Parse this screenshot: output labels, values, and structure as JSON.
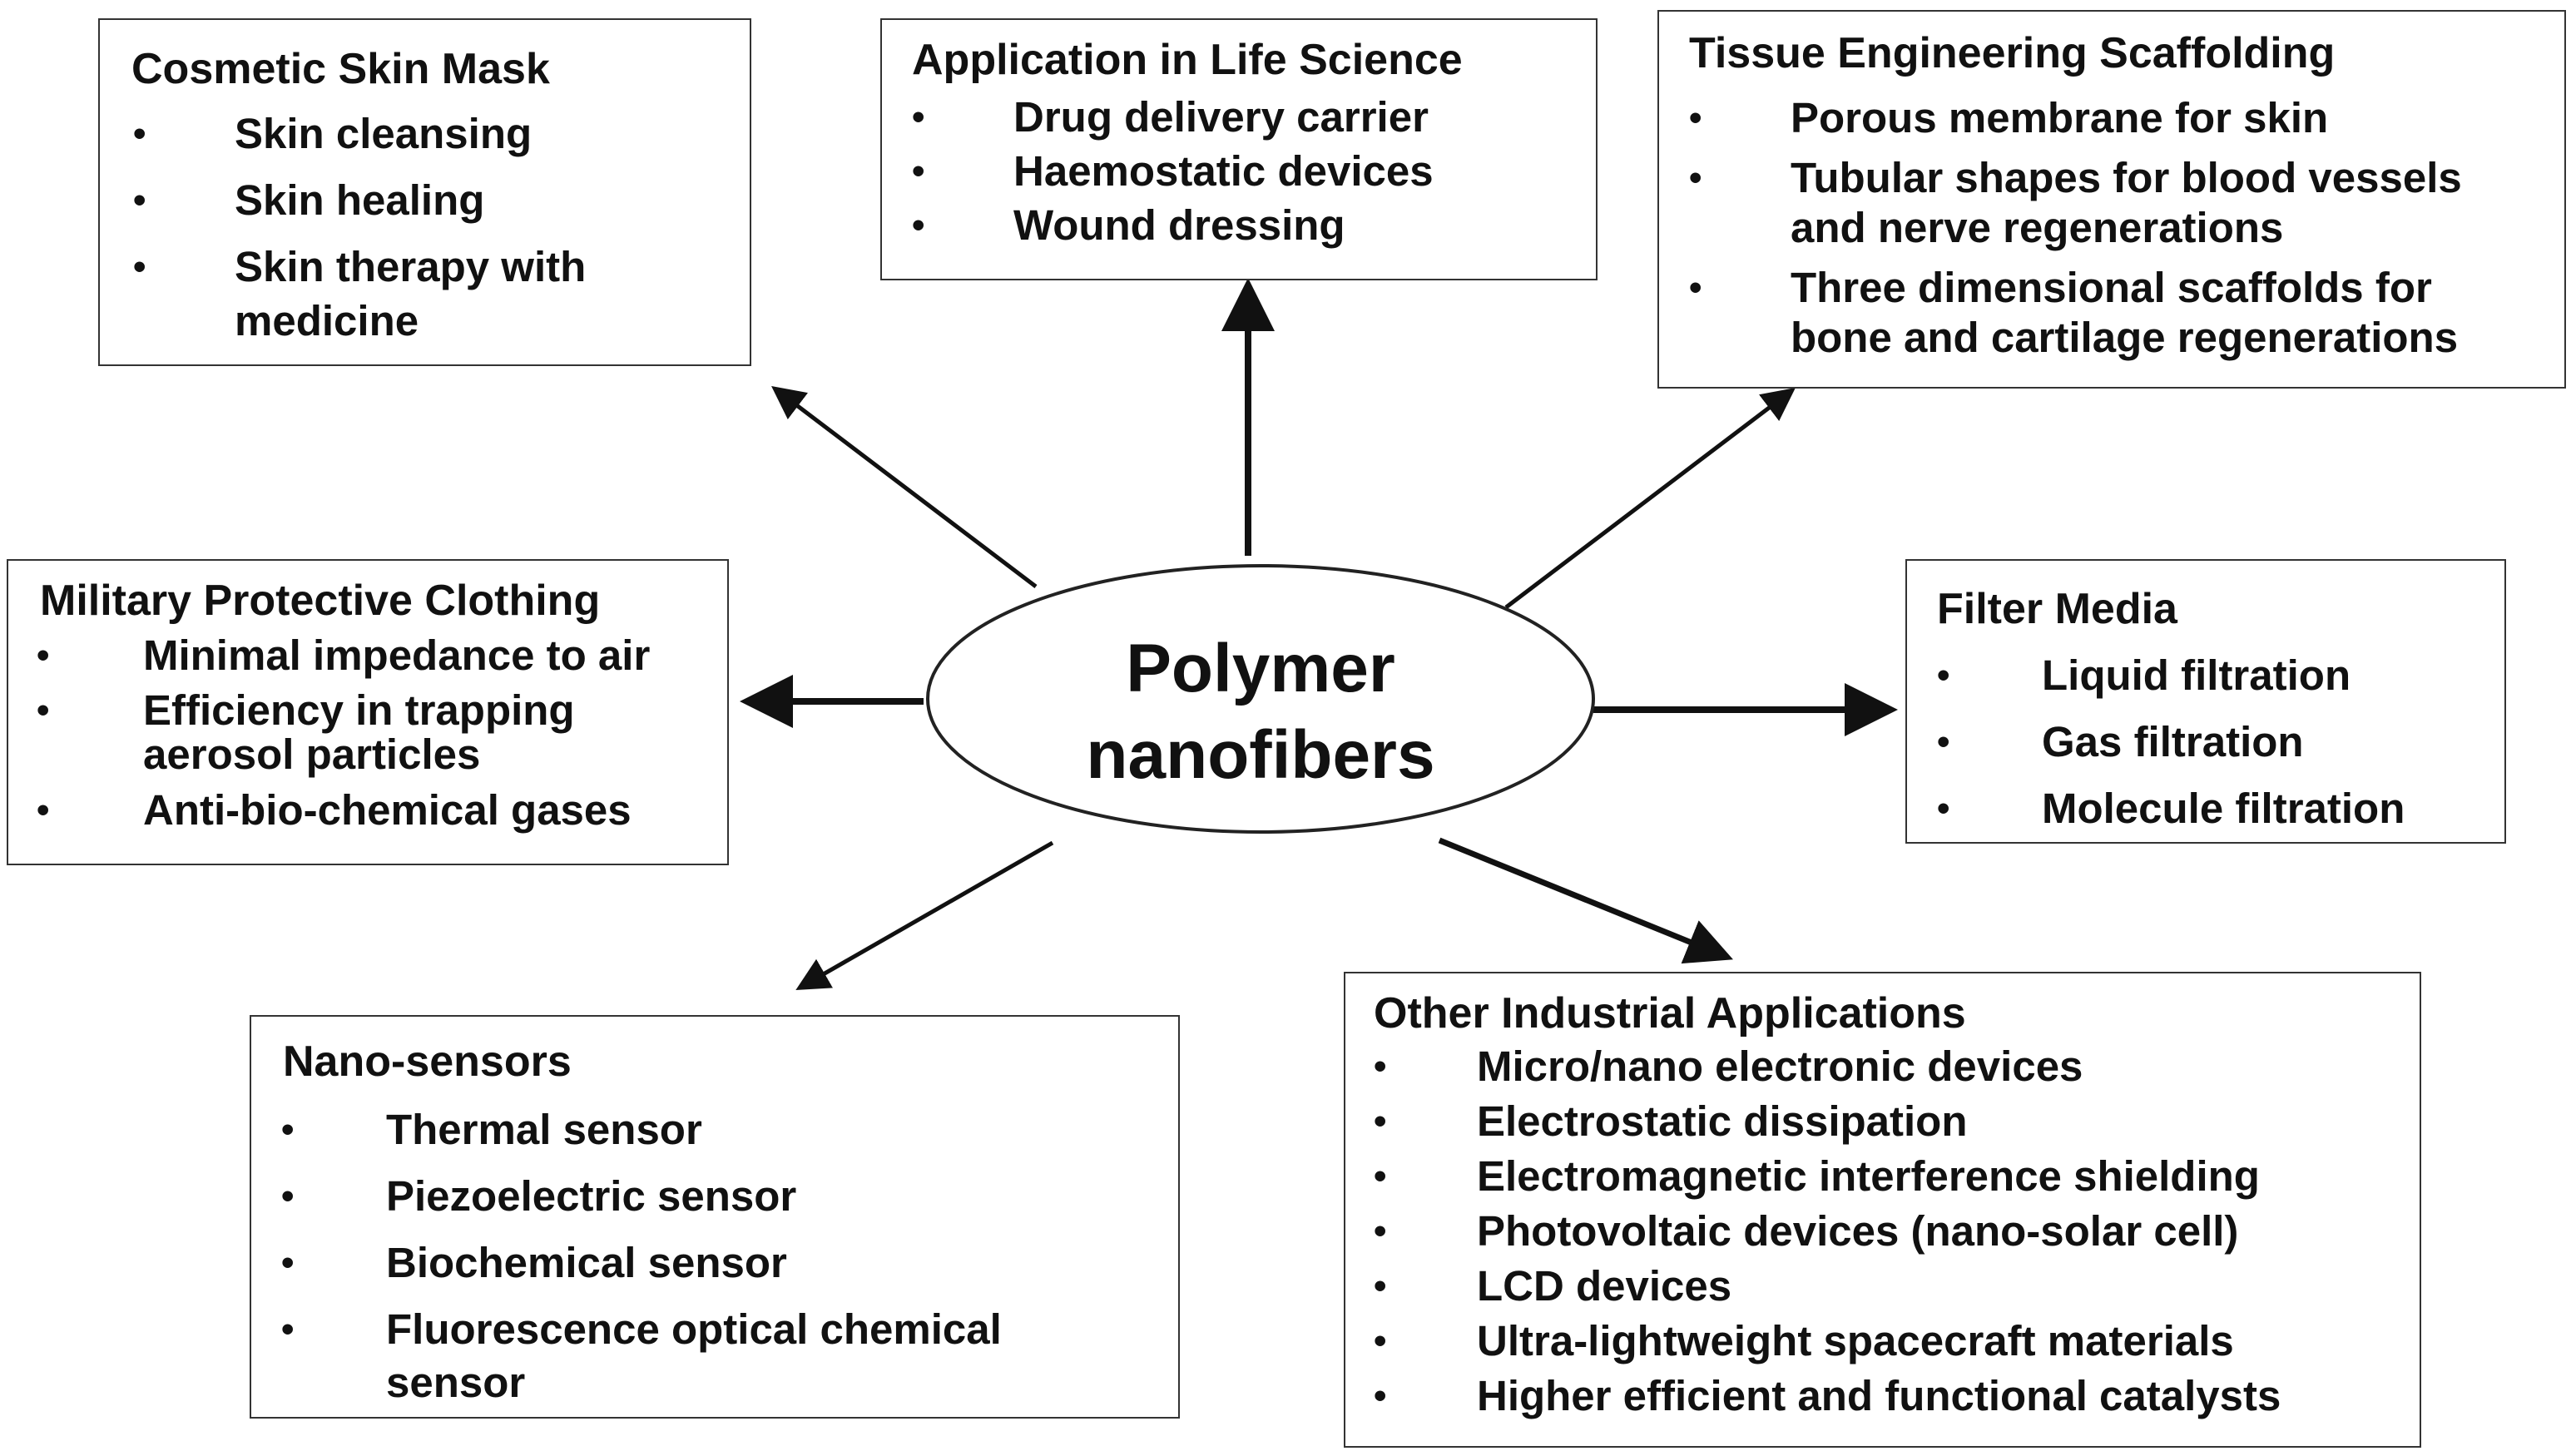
{
  "center": {
    "line1": "Polymer",
    "line2": "nanofibers"
  },
  "boxes": {
    "cosmetic": {
      "title": "Cosmetic Skin Mask",
      "items": [
        "Skin cleansing",
        "Skin healing",
        "Skin  therapy with",
        "medicine"
      ]
    },
    "life_science": {
      "title": "Application in Life Science",
      "items": [
        "Drug delivery carrier",
        "Haemostatic devices",
        "Wound dressing"
      ]
    },
    "tissue": {
      "title": "Tissue Engineering Scaffolding",
      "items": [
        "Porous membrane for skin",
        "Tubular shapes for blood vessels",
        "and  nerve regenerations",
        "Three dimensional scaffolds for",
        "bone and cartilage regenerations"
      ]
    },
    "military": {
      "title": "Military Protective Clothing",
      "items": [
        "Minimal impedance to air",
        "Efficiency in trapping",
        "aerosol particles",
        "Anti-bio-chemical gases"
      ]
    },
    "filter": {
      "title": "Filter Media",
      "items": [
        "Liquid filtration",
        "Gas filtration",
        "Molecule filtration"
      ]
    },
    "sensors": {
      "title": "Nano-sensors",
      "items": [
        "Thermal sensor",
        "Piezoelectric sensor",
        "Biochemical sensor",
        "Fluorescence optical chemical",
        "sensor"
      ]
    },
    "industrial": {
      "title": "Other Industrial Applications",
      "items": [
        "Micro/nano electronic devices",
        "Electrostatic dissipation",
        "Electromagnetic interference shielding",
        "Photovoltaic devices (nano-solar cell)",
        "LCD  devices",
        "Ultra-lightweight spacecraft materials",
        "Higher efficient and functional catalysts"
      ]
    }
  },
  "bullet_char": "•"
}
